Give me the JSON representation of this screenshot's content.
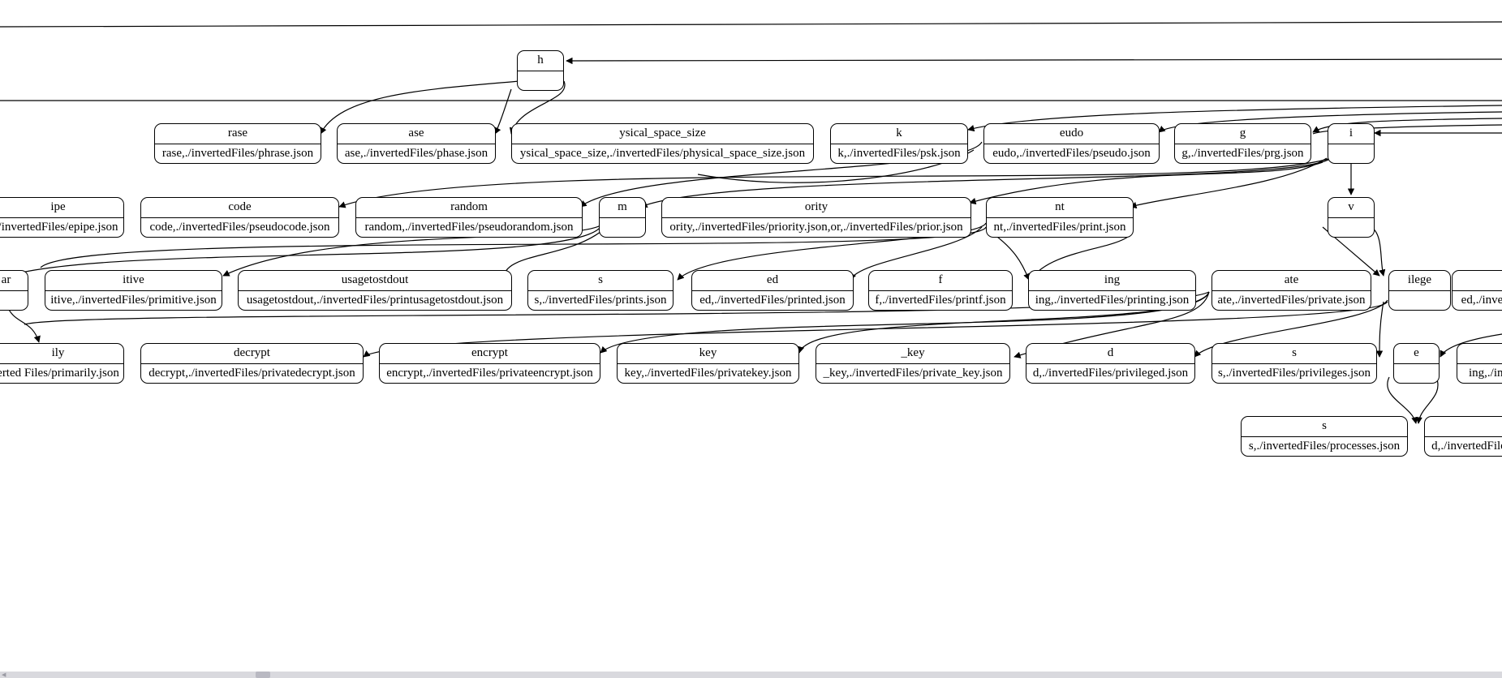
{
  "diagram": {
    "nodes": [
      {
        "id": "h",
        "key": "h",
        "value": ""
      },
      {
        "id": "rase",
        "key": "rase",
        "value": "rase,./invertedFiles/phrase.json"
      },
      {
        "id": "ase",
        "key": "ase",
        "value": "ase,./invertedFiles/phase.json"
      },
      {
        "id": "ysical",
        "key": "ysical_space_size",
        "value": "ysical_space_size,./invertedFiles/physical_space_size.json"
      },
      {
        "id": "k",
        "key": "k",
        "value": "k,./invertedFiles/psk.json"
      },
      {
        "id": "eudo",
        "key": "eudo",
        "value": "eudo,./invertedFiles/pseudo.json"
      },
      {
        "id": "g",
        "key": "g",
        "value": "g,./invertedFiles/prg.json"
      },
      {
        "id": "i",
        "key": "i",
        "value": ""
      },
      {
        "id": "ipe",
        "key": "ipe",
        "value": "/invertedFiles/epipe.json"
      },
      {
        "id": "code",
        "key": "code",
        "value": "code,./invertedFiles/pseudocode.json"
      },
      {
        "id": "random",
        "key": "random",
        "value": "random,./invertedFiles/pseudorandom.json"
      },
      {
        "id": "m",
        "key": "m",
        "value": ""
      },
      {
        "id": "ority",
        "key": "ority",
        "value": "ority,./invertedFiles/priority.json,or,./invertedFiles/prior.json"
      },
      {
        "id": "nt",
        "key": "nt",
        "value": "nt,./invertedFiles/print.json"
      },
      {
        "id": "v",
        "key": "v",
        "value": ""
      },
      {
        "id": "ar",
        "key": "ar",
        "value": ""
      },
      {
        "id": "itive",
        "key": "itive",
        "value": "itive,./invertedFiles/primitive.json"
      },
      {
        "id": "usage",
        "key": "usagetostdout",
        "value": "usagetostdout,./invertedFiles/printusagetostdout.json"
      },
      {
        "id": "s1",
        "key": "s",
        "value": "s,./invertedFiles/prints.json"
      },
      {
        "id": "ed",
        "key": "ed",
        "value": "ed,./invertedFiles/printed.json"
      },
      {
        "id": "f",
        "key": "f",
        "value": "f,./invertedFiles/printf.json"
      },
      {
        "id": "ing",
        "key": "ing",
        "value": "ing,./invertedFiles/printing.json"
      },
      {
        "id": "ate",
        "key": "ate",
        "value": "ate,./invertedFiles/private.json"
      },
      {
        "id": "ilege",
        "key": "ilege",
        "value": ""
      },
      {
        "id": "ed2",
        "key": "",
        "value": "ed,./inver"
      },
      {
        "id": "ily",
        "key": "ily",
        "value": "erted Files/primarily.json"
      },
      {
        "id": "decrypt",
        "key": "decrypt",
        "value": "decrypt,./invertedFiles/privatedecrypt.json"
      },
      {
        "id": "encrypt",
        "key": "encrypt",
        "value": "encrypt,./invertedFiles/privateencrypt.json"
      },
      {
        "id": "key",
        "key": "key",
        "value": "key,./invertedFiles/privatekey.json"
      },
      {
        "id": "_key",
        "key": "_key",
        "value": "_key,./invertedFiles/private_key.json"
      },
      {
        "id": "d",
        "key": "d",
        "value": "d,./invertedFiles/privileged.json"
      },
      {
        "id": "s2",
        "key": "s",
        "value": "s,./invertedFiles/privileges.json"
      },
      {
        "id": "e",
        "key": "e",
        "value": ""
      },
      {
        "id": "ing2",
        "key": "",
        "value": "ing,./inv"
      },
      {
        "id": "s3",
        "key": "s",
        "value": "s,./invertedFiles/processes.json"
      },
      {
        "id": "d2",
        "key": "",
        "value": "d,./invertedFile"
      }
    ]
  }
}
